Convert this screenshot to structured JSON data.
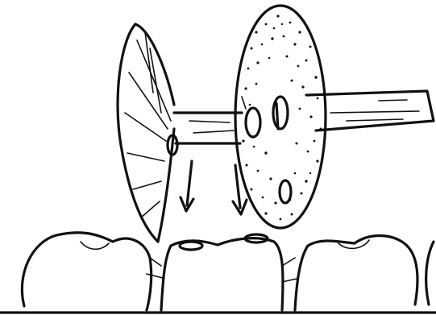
{
  "figure": {
    "background": "#ffffff",
    "ink_color": "#111111",
    "parts": [
      "separating-disc",
      "abrasive-disc",
      "mandrel-shaft",
      "arrows",
      "teeth",
      "contact-points"
    ]
  }
}
